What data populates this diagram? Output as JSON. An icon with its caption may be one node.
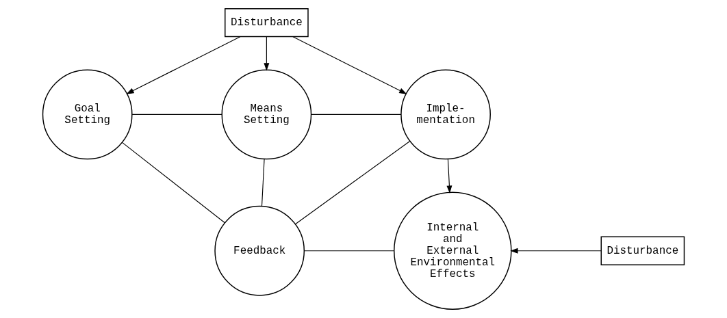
{
  "diagram": {
    "nodes": [
      {
        "text": [
          "Disturbance"
        ]
      },
      {
        "text": [
          "Goal Setting"
        ]
      },
      {
        "text": [
          "Means Setting"
        ]
      },
      {
        "text": [
          "Imple- mentation"
        ]
      },
      {
        "text": [
          "Feedback"
        ]
      },
      {
        "text": [
          "Internal and External Environmental Effects"
        ]
      },
      {
        "text": [
          "Disturbance"
        ]
      }
    ],
    "edges": [
      {
        "from": 0,
        "to": 1,
        "arrow": "to"
      },
      {
        "from": 0,
        "to": 2,
        "arrow": "to"
      },
      {
        "from": 0,
        "to": 3,
        "arrow": "to"
      },
      {
        "from": 1,
        "to": 2,
        "arrow": "none"
      },
      {
        "from": 2,
        "to": 3,
        "arrow": "none"
      },
      {
        "from": 1,
        "to": 4,
        "arrow": "none"
      },
      {
        "from": 2,
        "to": 4,
        "arrow": "none"
      },
      {
        "from": 4,
        "to": 3,
        "arrow": "none"
      },
      {
        "from": 3,
        "to": 5,
        "arrow": "to"
      },
      {
        "from": 4,
        "to": 5,
        "arrow": "none"
      },
      {
        "from": 6,
        "to": 5,
        "arrow": "to"
      }
    ]
  }
}
